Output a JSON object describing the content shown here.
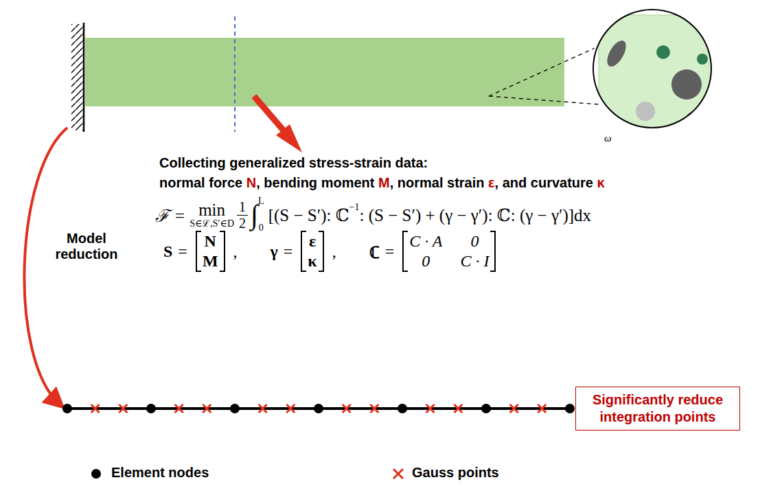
{
  "diagram": {
    "nodes": [
      {
        "text": [
          "Significantly reduce integration points"
        ]
      }
    ],
    "labels": [
      "Collecting generalized stress-strain data:",
      "normal force",
      "N",
      ", bending moment",
      "M",
      ", normal strain",
      "ε",
      ", and curvature",
      "κ",
      "ℱ =",
      "min",
      "S∈ℒ,S′∈D",
      "1",
      "2",
      "∫",
      "L",
      "0",
      "[(S − S′): ℂ",
      "−1",
      ": (S − S′) + (γ − γ′): ℂ: (γ − γ′)]dx",
      "Model reduction",
      "S",
      "=",
      "N",
      "M",
      ",",
      "γ",
      "=",
      "ε",
      "κ",
      ",",
      "ℂ",
      "=",
      "C · A",
      "0",
      "0",
      "C · I",
      "ω"
    ],
    "legend": [
      {
        "text": "Element nodes"
      },
      {
        "text": "Gauss points"
      }
    ]
  }
}
